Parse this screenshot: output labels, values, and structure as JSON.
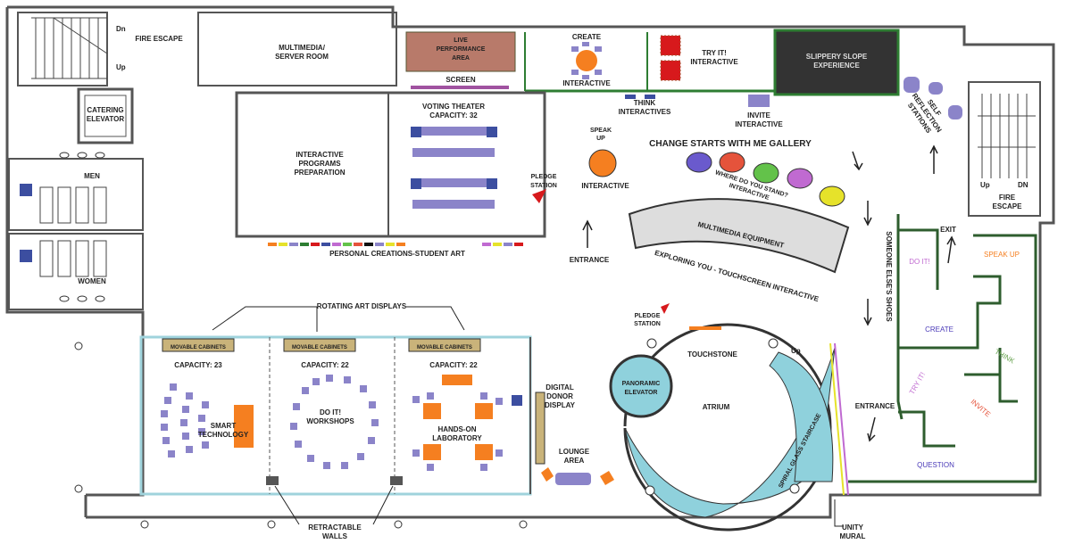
{
  "rooms": {
    "fire_escape_left": "FIRE ESCAPE",
    "multimedia_server": [
      "MULTIMEDIA/",
      "SERVER ROOM"
    ],
    "live_performance": [
      "LIVE",
      "PERFORMANCE",
      "AREA"
    ],
    "screen": "SCREEN",
    "create_interactive_top": "CREATE",
    "create_interactive_bottom": "INTERACTIVE",
    "try_it": [
      "TRY IT!",
      "INTERACTIVE"
    ],
    "slippery_slope": [
      "SLIPPERY SLOPE",
      "EXPERIENCE"
    ],
    "think_interactives": [
      "THINK",
      "INTERACTIVES"
    ],
    "invite_interactive": [
      "INVITE",
      "INTERACTIVE"
    ],
    "self_reflection": [
      "SELF",
      "REFLECTION",
      "STATIONS"
    ],
    "catering_elevator": [
      "CATERING",
      "ELEVATOR"
    ],
    "men": "MEN",
    "women": "WOMEN",
    "interactive_programs": [
      "INTERACTIVE",
      "PROGRAMS",
      "PREPARATION"
    ],
    "voting_theater": [
      "VOTING THEATER",
      "CAPACITY: 32"
    ],
    "pledge_station_1": [
      "PLEDGE",
      "STATION"
    ],
    "speak_up_interactive": [
      "SPEAK",
      "UP",
      "INTERACTIVE"
    ],
    "gallery_title": "CHANGE STARTS WITH ME GALLERY",
    "where_do_you_stand": [
      "WHERE DO YOU STAND?",
      "INTERACTIVE"
    ],
    "multimedia_equipment": "MULTIMEDIA EQUIPMENT",
    "exploring_you": "EXPLORING YOU - TOUCHSCREEN INTERACTIVE",
    "entrance_1": "ENTRANCE",
    "personal_creations": "PERSONAL CREATIONS-STUDENT ART",
    "fire_escape_right": [
      "FIRE",
      "ESCAPE"
    ],
    "exit": "EXIT",
    "someone_elses_shoes": "SOMEONE ELSE'S SHOES",
    "rotating_art": "ROTATING ART DISPLAYS",
    "movable_cabinets": "MOVABLE CABINETS",
    "capacity_23": "CAPACITY: 23",
    "capacity_22a": "CAPACITY: 22",
    "capacity_22b": "CAPACITY: 22",
    "smart_technology": [
      "SMART",
      "TECHNOLOGY"
    ],
    "do_it_workshops": [
      "DO IT!",
      "WORKSHOPS"
    ],
    "hands_on_lab": [
      "HANDS-ON",
      "LABORATORY"
    ],
    "digital_donor": [
      "DIGITAL",
      "DONOR",
      "DISPLAY"
    ],
    "lounge_area": [
      "LOUNGE",
      "AREA"
    ],
    "pledge_station_2": [
      "PLEDGE",
      "STATION"
    ],
    "panoramic_elevator": [
      "PANORAMIC",
      "ELEVATOR"
    ],
    "touchstone": "TOUCHSTONE",
    "atrium": "ATRIUM",
    "up": "Up",
    "dn": "Dn",
    "dn2": "DN",
    "spiral_glass_staircase": "SPIRAL GLASS STAIRCASE",
    "entrance_2": "ENTRANCE",
    "retractable_walls": [
      "RETRACTABLE",
      "WALLS"
    ],
    "unity_mural": [
      "UNITY",
      "MURAL"
    ]
  },
  "maze": {
    "do_it": "DO IT!",
    "speak_up": "SPEAK UP",
    "create": "CREATE",
    "think": "THINK",
    "try_it": "TRY IT!",
    "invite": "INVITE",
    "question": "QUESTION"
  },
  "colors": {
    "orange": "#f57f20",
    "purple": "#8b84c9",
    "green": "#2e7d32",
    "teal_wall": "#9fd3dc",
    "stair_blue": "#8fd1dc",
    "red": "#d7191c",
    "cabinet": "#c9b37a",
    "slippery": "#333333",
    "live": "#b87a6a"
  },
  "gallery_discs": [
    "#6a5acd",
    "#e5533b",
    "#63c24a",
    "#c06ad1",
    "#e6e22a"
  ]
}
